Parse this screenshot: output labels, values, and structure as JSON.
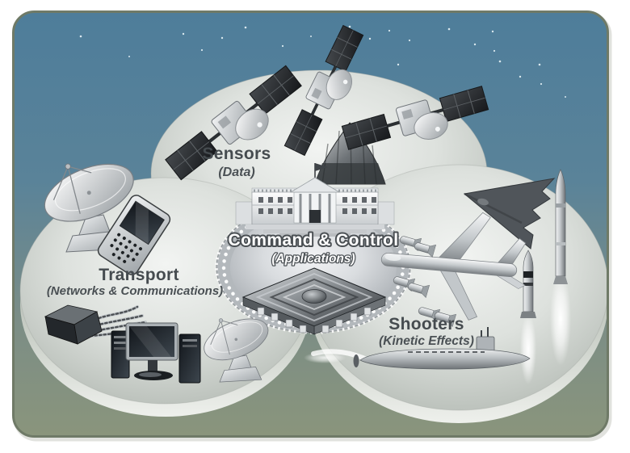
{
  "frame": {
    "outer_background": "#ffffff",
    "border_color": "#6f7a67",
    "sky_top_color": "#4e7d9a",
    "ground_bottom_color": "#8a957c"
  },
  "colors": {
    "label_text": "#454b4f",
    "center_label_text": "#ffffff",
    "disc_silver": "#c6cbc6",
    "dark_equipment": "#2d3135"
  },
  "center": {
    "label": "Command & Control",
    "sublabel": "(Applications)",
    "icons": [
      "white-house-icon",
      "microchip-icon"
    ]
  },
  "regions": {
    "sensors": {
      "label": "Sensors",
      "sublabel": "(Data)",
      "icons": [
        "satellite-icon",
        "satellite-icon",
        "satellite-icon",
        "radome-antenna-icon"
      ]
    },
    "transport": {
      "label": "Transport",
      "sublabel": "(Networks & Communications)",
      "icons": [
        "satellite-dish-icon",
        "smartphone-icon",
        "fiber-optic-cable-icon",
        "computer-workstation-icon",
        "satellite-dish-icon"
      ]
    },
    "shooters": {
      "label": "Shooters",
      "sublabel": "(Kinetic Effects)",
      "icons": [
        "stealth-bomber-icon",
        "bomber-aircraft-icon",
        "missile-icon",
        "rocket-icon",
        "submarine-icon"
      ]
    }
  }
}
